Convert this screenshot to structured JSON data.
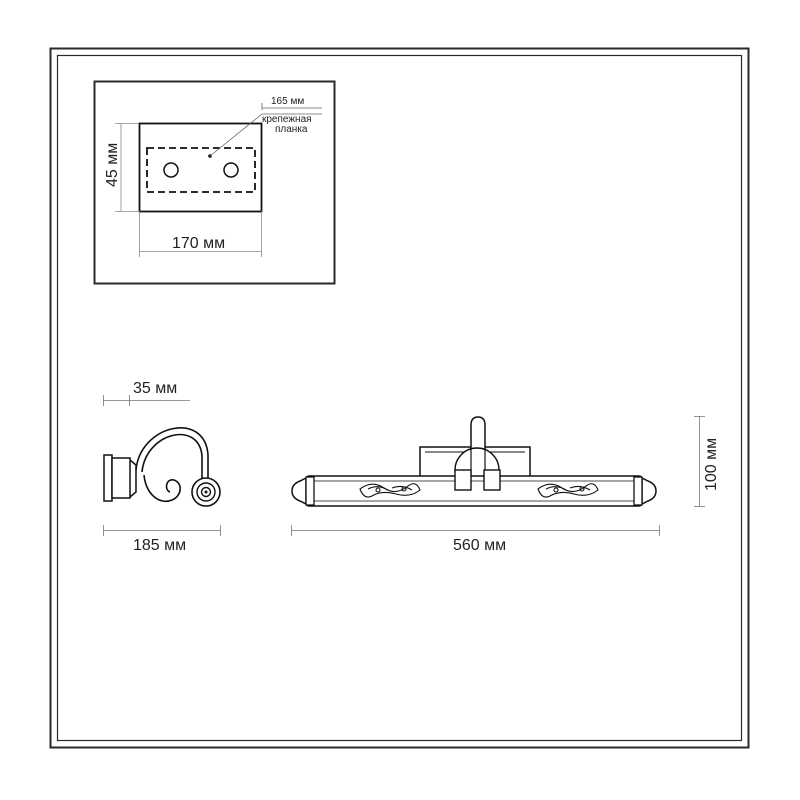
{
  "mount_plate": {
    "dim_inner": "165 мм",
    "label_line1": "крепежная",
    "label_line2": "планка",
    "dim_height": "45 мм",
    "dim_width": "170 мм"
  },
  "side_view": {
    "dim_depth_top": "35 мм",
    "dim_depth_bottom": "185 мм"
  },
  "front_view": {
    "dim_width": "560 мм",
    "dim_height": "100 мм"
  }
}
